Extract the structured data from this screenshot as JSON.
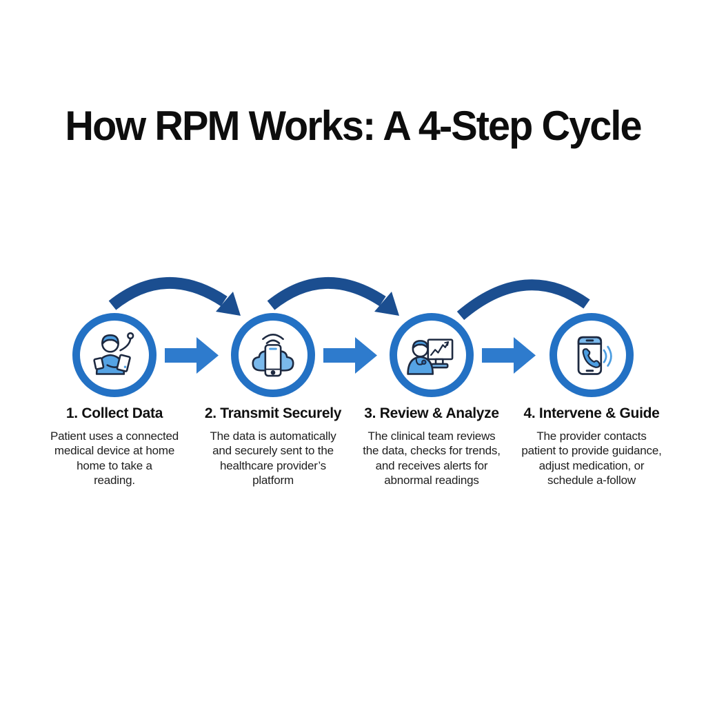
{
  "title": "How RPM Works: A 4-Step Cycle",
  "colors": {
    "background": "#ffffff",
    "title_text": "#0d0d0d",
    "circle_ring": "#2371c4",
    "straight_arrow": "#2e7bcd",
    "curved_arrow": "#1b4e90",
    "icon_fill_light": "#55a3e4",
    "icon_fill_pale": "#7ab9ec",
    "icon_outline": "#1d2940",
    "body_text": "#1e1e1e"
  },
  "steps": [
    {
      "icon": "patient-device-icon",
      "heading": "1. Collect Data",
      "body": "Patient uses a connected\nmedical device at home\nhome to take a\nreading."
    },
    {
      "icon": "phone-cloud-upload-icon",
      "heading": "2. Transmit Securely",
      "body": "The data is automatically\nand securely sent to the\nhealthcare provider’s\nplatform"
    },
    {
      "icon": "clinician-monitor-icon",
      "heading": "3. Review & Analyze",
      "body": "The clinical team reviews\nthe data, checks for trends,\nand receives alerts for\nabnormal readings"
    },
    {
      "icon": "phone-call-icon",
      "heading": "4. Intervene & Guide",
      "body": "The provider contacts\npatient to provide guidance,\nadjust medication, or\nschedule a-follow"
    }
  ]
}
